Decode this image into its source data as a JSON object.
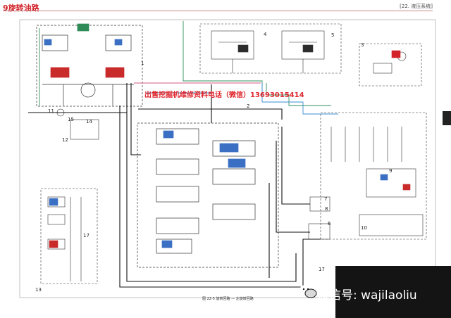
{
  "header": {
    "title": "9旋转油路",
    "section": "[22. 液压系统]"
  },
  "watermark": {
    "overlay_text": "出售挖掘机维修资料电话（微信）13693015414",
    "wechat_label": "微信号: wajilaoliu"
  },
  "caption": "图 22-5 旋转回路 — 左旋转回路",
  "callouts": [
    "1",
    "2",
    "3",
    "4",
    "5",
    "6",
    "7",
    "8",
    "9",
    "10",
    "11",
    "12",
    "13",
    "14",
    "15",
    "17"
  ],
  "colors": {
    "title": "#d2232a",
    "overlay": "#e0262d",
    "pilot_line": "#2f8f5a",
    "return_line": "#3a8fd0",
    "signal_line": "#d45a8a",
    "main_line": "#111111"
  }
}
